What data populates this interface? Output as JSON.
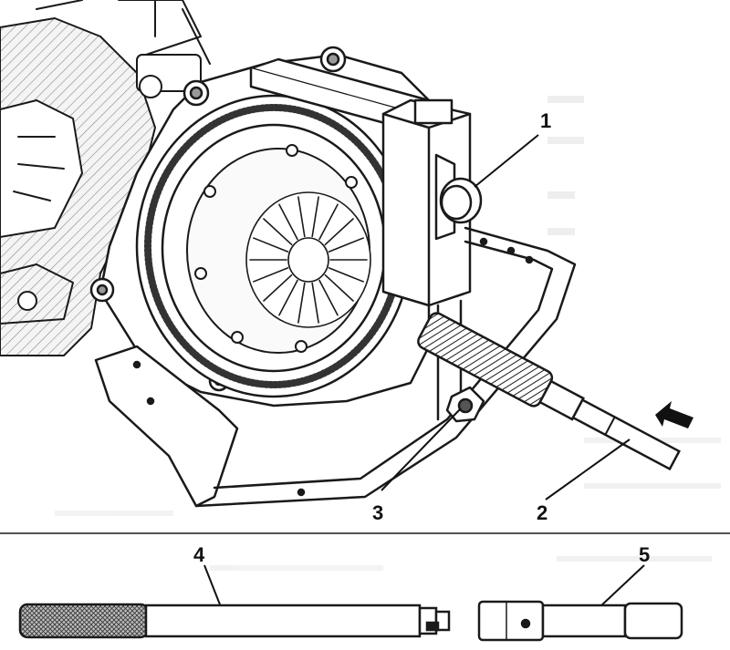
{
  "callouts": {
    "c1": "1",
    "c2": "2",
    "c3": "3",
    "c4": "4",
    "c5": "5"
  },
  "colors": {
    "ink": "#1a1a1a",
    "paper": "#ffffff",
    "shade": "#d9d9d9",
    "faint": "#e6e6e6"
  }
}
